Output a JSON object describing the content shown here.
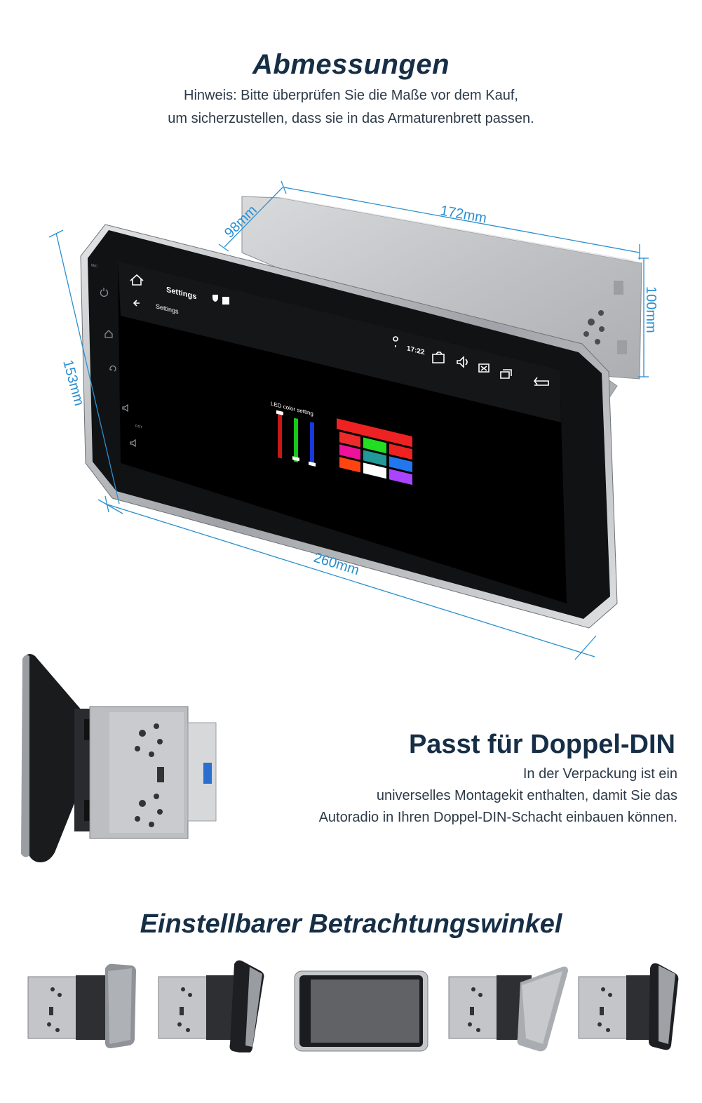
{
  "section_dimensions": {
    "title": "Abmessungen",
    "note_line1": "Hinweis: Bitte überprüfen Sie die Maße vor dem Kauf,",
    "note_line2": "um sicherzustellen, dass sie in das Armaturenbrett passen.",
    "dimension_width": "172mm",
    "dimension_depth": "98mm",
    "dimension_height": "100mm",
    "dimension_screen_height": "153mm",
    "dimension_screen_width": "260mm"
  },
  "device_screen": {
    "app_title": "Settings",
    "breadcrumb": "Settings",
    "time": "17:22",
    "led_label": "LED color setting",
    "side_buttons": [
      "MIC",
      "RST"
    ]
  },
  "colors": {
    "accent_blue": "#2a8fd0",
    "heading_navy": "#162e46",
    "led_palette": [
      "#ee2222",
      "#ee2b2b",
      "#22dd22",
      "#ee2222",
      "#ee1199",
      "#229999",
      "#2277ee",
      "#ff4411",
      "#ffffff"
    ]
  },
  "section_double_din": {
    "title": "Passt für Doppel-DIN",
    "line1": "In der Verpackung ist ein",
    "line2": "universelles Montagekit enthalten, damit Sie das",
    "line3": "Autoradio in Ihren Doppel-DIN-Schacht einbauen können."
  },
  "section_viewing_angle": {
    "title": "Einstellbarer Betrachtungswinkel"
  }
}
